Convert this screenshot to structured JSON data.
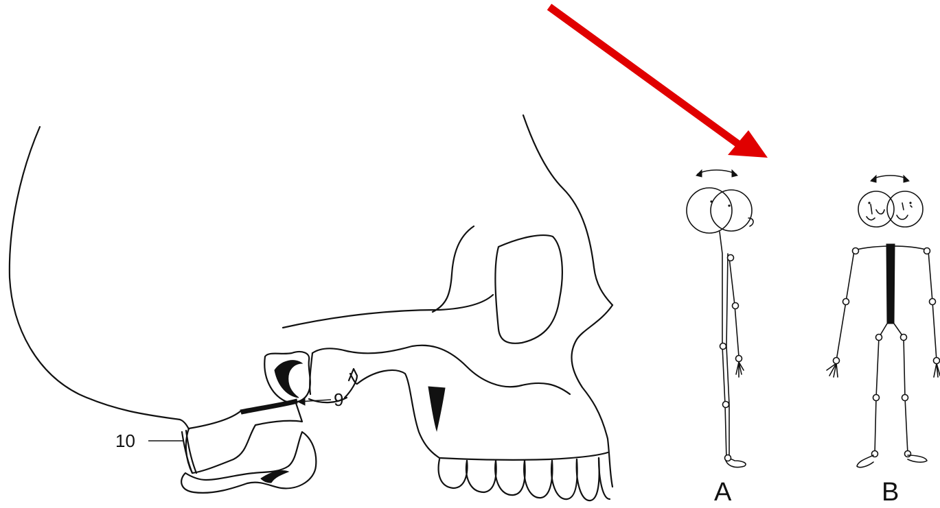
{
  "colors": {
    "arrow": "#e00000",
    "ink": "#111111",
    "background": "#ffffff"
  },
  "figure": {
    "callout_9": "9",
    "callout_10": "10",
    "panel_a_label": "A",
    "panel_b_label": "B"
  }
}
